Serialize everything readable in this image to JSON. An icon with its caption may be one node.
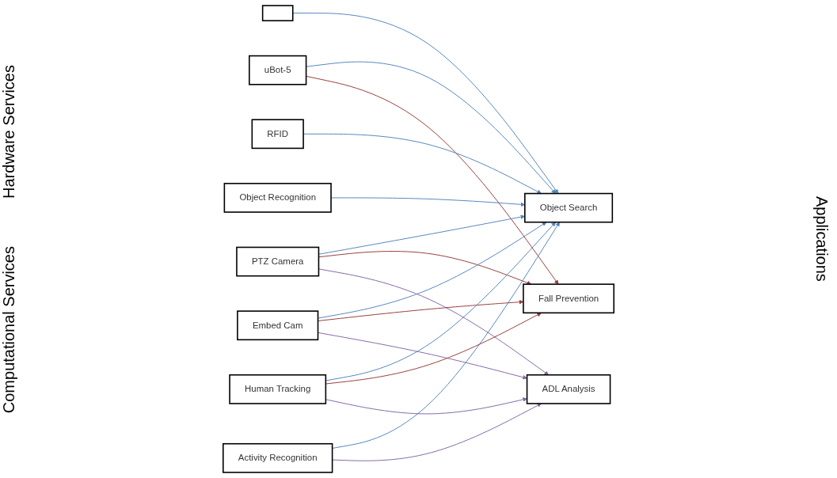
{
  "diagram": {
    "nodes": [
      {
        "text": [
          "uBot-5"
        ]
      },
      {
        "text": [
          "PTZ Camera"
        ]
      },
      {
        "text": [
          "Embed Cam"
        ]
      },
      {
        "text": [],
        "shape": "box"
      },
      {
        "text": [
          "RFID"
        ]
      },
      {
        "text": [
          "Object Recognition"
        ]
      },
      {
        "text": [
          "Human Tracking"
        ]
      },
      {
        "text": [
          "Activity Recognition"
        ]
      },
      {
        "text": [
          "Object Search"
        ]
      },
      {
        "text": [
          "Fall Prevention"
        ]
      },
      {
        "text": [
          "ADL Analysis"
        ]
      }
    ],
    "edges": [
      {
        "from": 0,
        "to": 8,
        "arrow": "to"
      },
      {
        "from": 0,
        "to": 9,
        "arrow": "to",
        "color": "#953735"
      },
      {
        "from": 1,
        "to": 8,
        "arrow": "to"
      },
      {
        "from": 1,
        "to": 9,
        "arrow": "to",
        "color": "#953735"
      },
      {
        "from": 1,
        "to": 10,
        "arrow": "to",
        "color": "#8064a2"
      },
      {
        "from": 2,
        "to": 8,
        "arrow": "to"
      },
      {
        "from": 2,
        "to": 9,
        "arrow": "to",
        "color": "#953735"
      },
      {
        "from": 2,
        "to": 10,
        "arrow": "to",
        "color": "#8064a2"
      },
      {
        "from": 3,
        "to": 8,
        "arrow": "to"
      },
      {
        "from": 4,
        "to": 8,
        "arrow": "to"
      },
      {
        "from": 5,
        "to": 8,
        "arrow": "to"
      },
      {
        "from": 6,
        "to": 8,
        "arrow": "to"
      },
      {
        "from": 6,
        "to": 9,
        "arrow": "to",
        "color": "#953735"
      },
      {
        "from": 6,
        "to": 10,
        "arrow": "to",
        "color": "#8064a2"
      },
      {
        "from": 7,
        "to": 8,
        "arrow": "to"
      },
      {
        "from": 7,
        "to": 10,
        "arrow": "to",
        "color": "#8064a2"
      }
    ],
    "labels": [
      "Hardware Services",
      "Computational Services",
      "Applications"
    ]
  }
}
